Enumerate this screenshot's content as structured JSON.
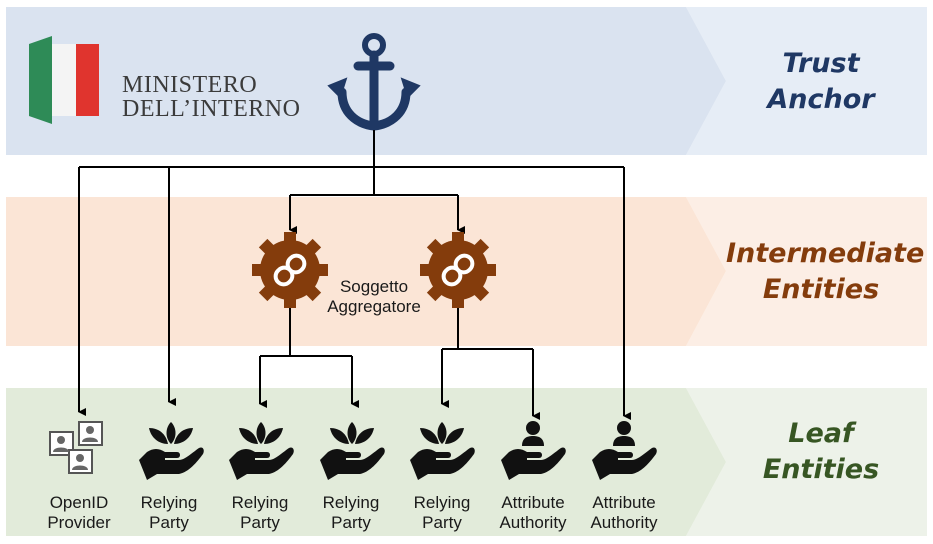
{
  "logo": {
    "line1": "MINISTERO",
    "line2": "DELL’INTERNO"
  },
  "levels": [
    {
      "line1": "Trust",
      "line2": "Anchor",
      "color": "#1f3864"
    },
    {
      "line1": "Intermediate",
      "line2": "Entities",
      "color": "#843c0c"
    },
    {
      "line1": "Leaf",
      "line2": "Entities",
      "color": "#375623"
    }
  ],
  "aggregator": {
    "line1": "Soggetto",
    "line2": "Aggregatore"
  },
  "leaves": [
    {
      "icon": "openid-provider-icon",
      "line1": "OpenID",
      "line2": "Provider"
    },
    {
      "icon": "relying-party-icon",
      "line1": "Relying",
      "line2": "Party"
    },
    {
      "icon": "relying-party-icon",
      "line1": "Relying",
      "line2": "Party"
    },
    {
      "icon": "relying-party-icon",
      "line1": "Relying",
      "line2": "Party"
    },
    {
      "icon": "relying-party-icon",
      "line1": "Relying",
      "line2": "Party"
    },
    {
      "icon": "attribute-authority-icon",
      "line1": "Attribute",
      "line2": "Authority"
    },
    {
      "icon": "attribute-authority-icon",
      "line1": "Attribute",
      "line2": "Authority"
    }
  ],
  "colors": {
    "band_trust": "#dae3f0",
    "band_trust_tag": "#e6edf6",
    "band_inter": "#fbe5d6",
    "band_inter_tag": "#fceee5",
    "band_leaf": "#e2ebda",
    "band_leaf_tag": "#edf2e9",
    "anchor": "#1f3864",
    "gear": "#843c0c"
  }
}
